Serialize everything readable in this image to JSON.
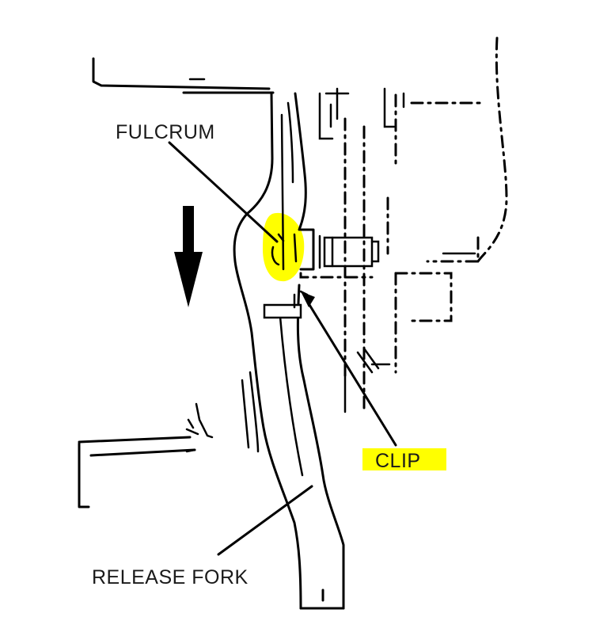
{
  "labels": {
    "fulcrum": "FULCRUM",
    "clip": "CLIP",
    "release_fork": "RELEASE FORK"
  },
  "colors": {
    "highlight": "#ffff00",
    "ink": "#000000"
  }
}
